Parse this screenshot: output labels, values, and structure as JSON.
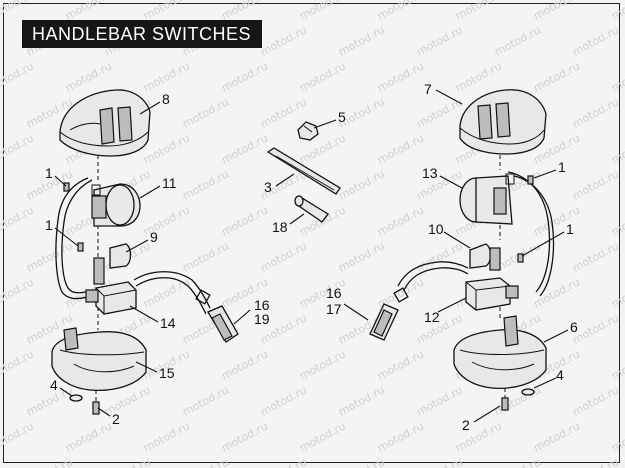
{
  "title": "HANDLEBAR SWITCHES",
  "watermark": "motod.ru",
  "callouts": {
    "left_8": "8",
    "left_1a": "1",
    "left_11": "11",
    "left_1b": "1",
    "left_9": "9",
    "left_14": "14",
    "left_15": "15",
    "left_4": "4",
    "left_2": "2",
    "center_5": "5",
    "center_3": "3",
    "center_18": "18",
    "center_16a": "16",
    "center_19": "19",
    "center_16b": "16",
    "center_17": "17",
    "right_7": "7",
    "right_1a": "1",
    "right_13": "13",
    "right_10": "10",
    "right_1b": "1",
    "right_12": "12",
    "right_6": "6",
    "right_4": "4",
    "right_2": "2"
  },
  "colors": {
    "title_bg": "#161616",
    "title_fg": "#ffffff",
    "line": "#111111",
    "watermark": "#cfcfcf"
  }
}
